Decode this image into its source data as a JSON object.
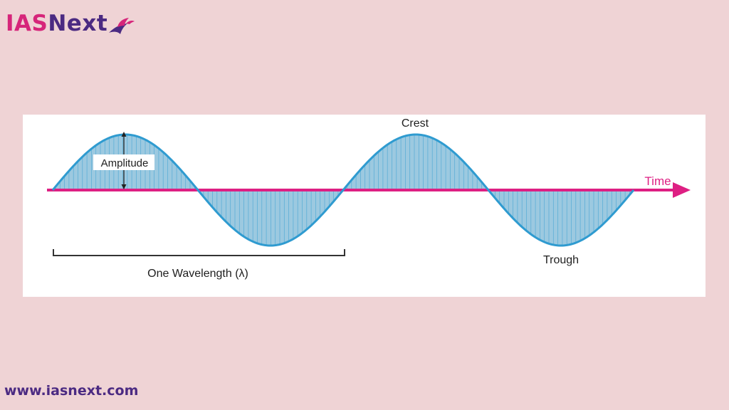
{
  "brand": {
    "logo_part1": "IAS",
    "logo_part2": "Next",
    "website": "www.iasnext.com",
    "colors": {
      "pink": "#d6257a",
      "purple": "#4b2a82"
    }
  },
  "diagram": {
    "labels": {
      "crest": "Crest",
      "trough": "Trough",
      "amplitude": "Amplitude",
      "time": "Time",
      "wavelength": "One Wavelength (λ)"
    },
    "colors": {
      "wave_stroke": "#2f9bd0",
      "wave_fill": "#9cc9e0",
      "axis": "#de1f83",
      "background": "#efd3d5"
    },
    "cycles": 2
  }
}
